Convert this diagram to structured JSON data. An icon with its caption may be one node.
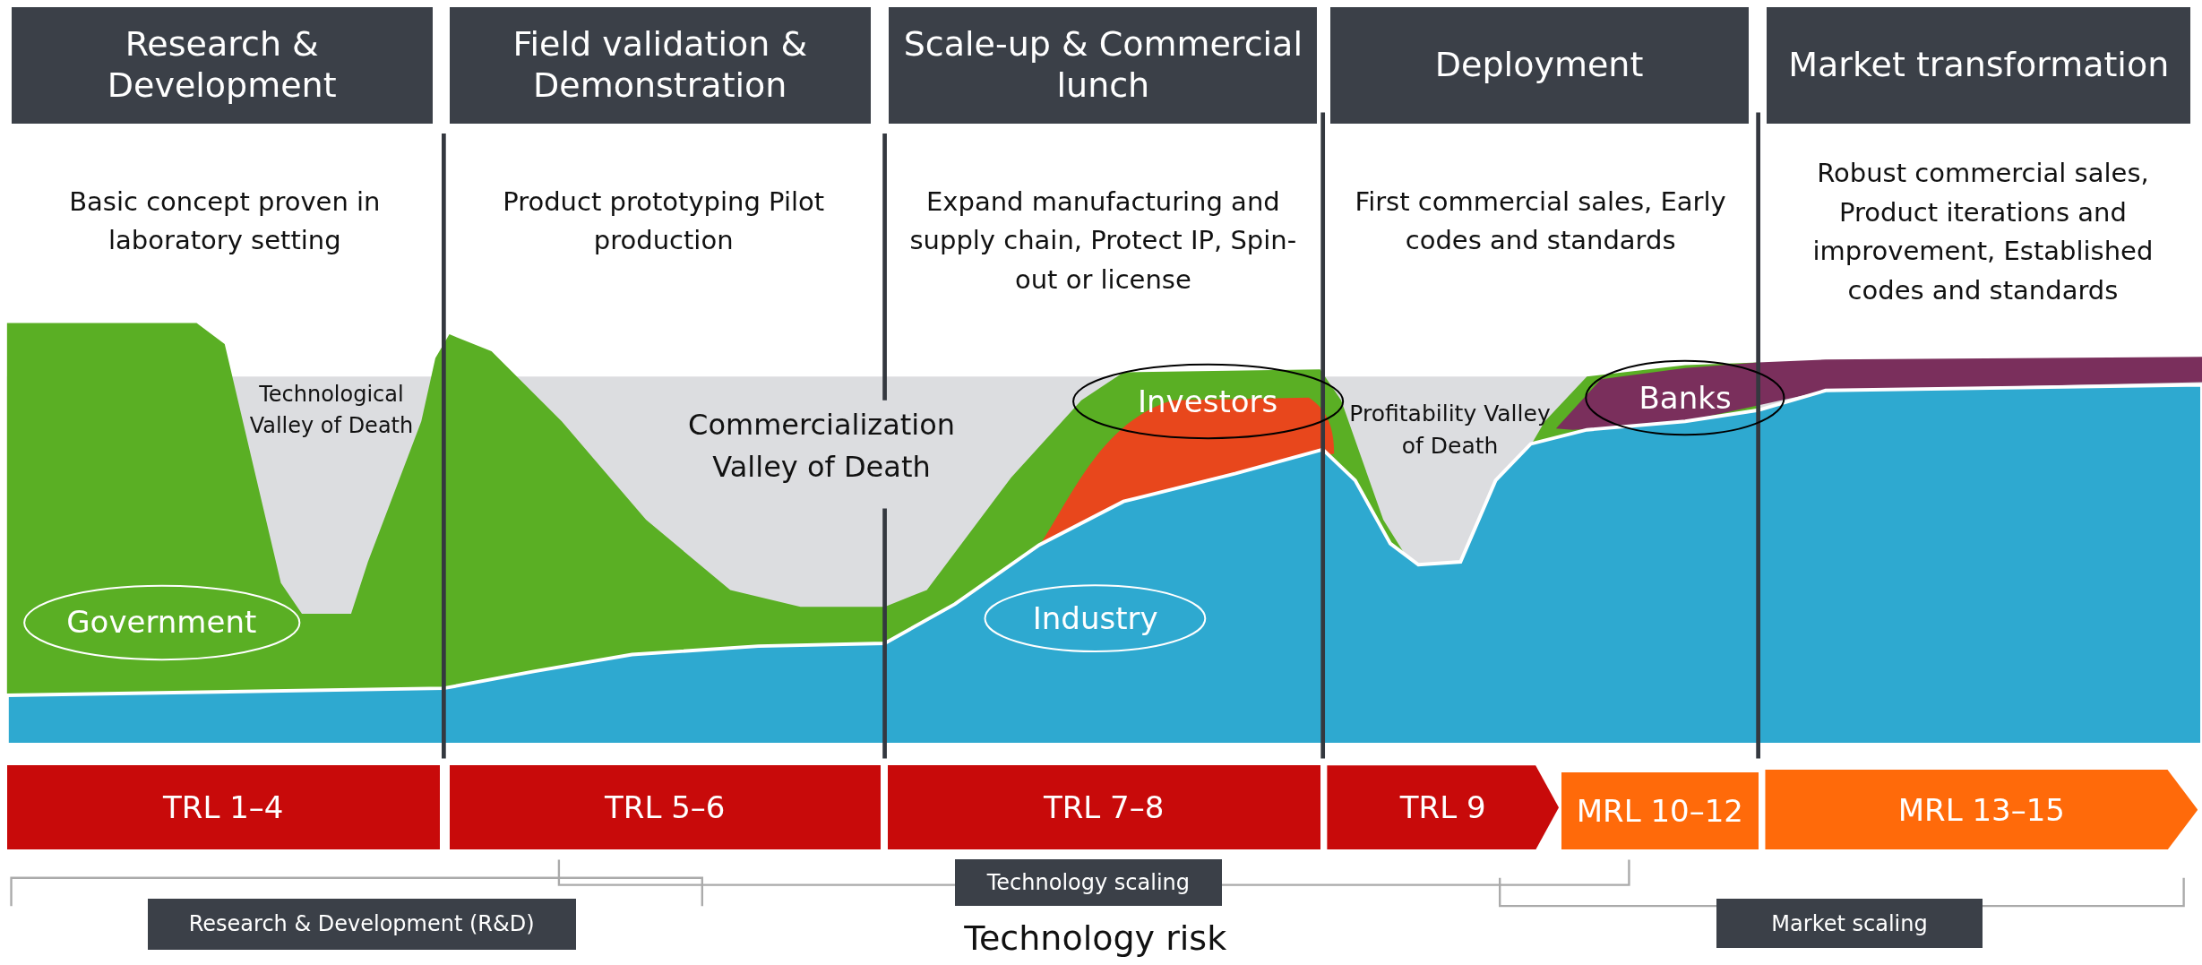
{
  "diagram": {
    "nodes": [
      {
        "text": [
          "Research & Development"
        ]
      },
      {
        "text": [
          "Field validation & Demonstration"
        ]
      },
      {
        "text": [
          "Scale-up & Commercial lunch"
        ]
      },
      {
        "text": [
          "Deployment"
        ]
      },
      {
        "text": [
          "Market transformation"
        ]
      },
      {
        "text": [
          "TRL 1–4"
        ]
      },
      {
        "text": [
          "TRL 5–6"
        ]
      },
      {
        "text": [
          "TRL 7–8"
        ]
      },
      {
        "text": [
          "TRL 9"
        ]
      },
      {
        "text": [
          "MRL 10–12"
        ]
      },
      {
        "text": [
          "MRL 13–15"
        ]
      },
      {
        "text": [
          "Technology scaling"
        ]
      },
      {
        "text": [
          "Research & Development (R&D)"
        ]
      },
      {
        "text": [
          "Market scaling"
        ]
      },
      {
        "text": [
          "Government"
        ]
      },
      {
        "text": [
          "Industry"
        ]
      },
      {
        "text": [
          "Investors"
        ]
      },
      {
        "text": [
          "Banks"
        ]
      }
    ],
    "labels": [
      "Basic concept proven in laboratory setting",
      "Product prototyping Pilot production",
      "Expand manufacturing and supply chain, Protect IP, Spin-out or license",
      "First commercial sales, Early codes and standards",
      "Robust commercial sales, Product iterations and improvement, Established codes and standards",
      "Technological Valley of Death",
      "Commercialization Valley of Death",
      "Profitability Valley of Death",
      "Technology risk"
    ]
  }
}
